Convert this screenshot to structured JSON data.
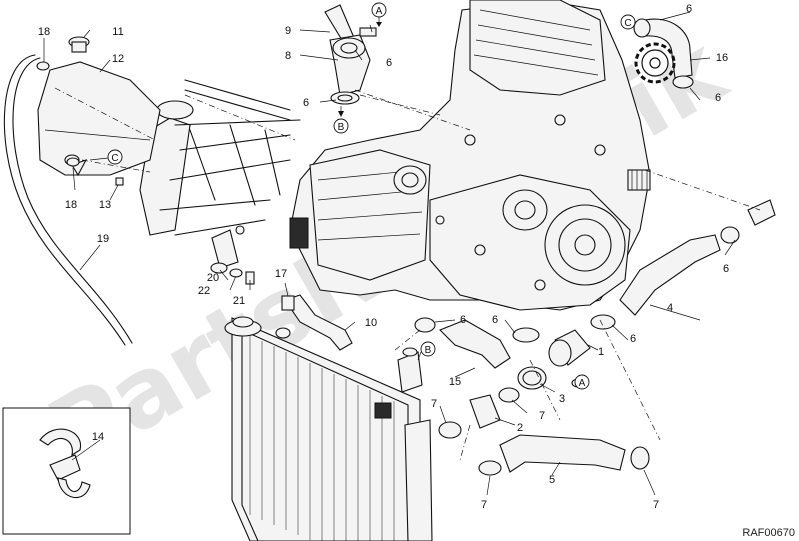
{
  "watermark": "PartsRepublik",
  "drawing_code": "RAF00670",
  "gear_icon_label": "C",
  "callouts": [
    {
      "id": "c-18a",
      "text": "18"
    },
    {
      "id": "c-11",
      "text": "11"
    },
    {
      "id": "c-12",
      "text": "12"
    },
    {
      "id": "c-18b",
      "text": "18"
    },
    {
      "id": "c-13",
      "text": "13"
    },
    {
      "id": "c-19",
      "text": "19"
    },
    {
      "id": "c-9",
      "text": "9"
    },
    {
      "id": "c-8",
      "text": "8"
    },
    {
      "id": "c-6a",
      "text": "6"
    },
    {
      "id": "c-6b",
      "text": "6"
    },
    {
      "id": "c-6c",
      "text": "6"
    },
    {
      "id": "c-16",
      "text": "16"
    },
    {
      "id": "c-6d",
      "text": "6"
    },
    {
      "id": "c-6e",
      "text": "6"
    },
    {
      "id": "c-4",
      "text": "4"
    },
    {
      "id": "c-6f",
      "text": "6"
    },
    {
      "id": "c-20",
      "text": "20"
    },
    {
      "id": "c-22",
      "text": "22"
    },
    {
      "id": "c-21",
      "text": "21"
    },
    {
      "id": "c-17",
      "text": "17"
    },
    {
      "id": "c-10",
      "text": "10"
    },
    {
      "id": "c-6g",
      "text": "6"
    },
    {
      "id": "c-6h",
      "text": "6"
    },
    {
      "id": "c-1",
      "text": "1"
    },
    {
      "id": "c-15",
      "text": "15"
    },
    {
      "id": "c-3",
      "text": "3"
    },
    {
      "id": "c-7a",
      "text": "7"
    },
    {
      "id": "c-7b",
      "text": "7"
    },
    {
      "id": "c-2",
      "text": "2"
    },
    {
      "id": "c-7c",
      "text": "7"
    },
    {
      "id": "c-5",
      "text": "5"
    },
    {
      "id": "c-7d",
      "text": "7"
    },
    {
      "id": "c-14",
      "text": "14"
    }
  ],
  "refs": [
    {
      "id": "r-a1",
      "text": "A"
    },
    {
      "id": "r-b1",
      "text": "B"
    },
    {
      "id": "r-c1",
      "text": "C"
    },
    {
      "id": "r-c2",
      "text": "C"
    },
    {
      "id": "r-b2",
      "text": "B"
    },
    {
      "id": "r-a2",
      "text": "A"
    }
  ]
}
